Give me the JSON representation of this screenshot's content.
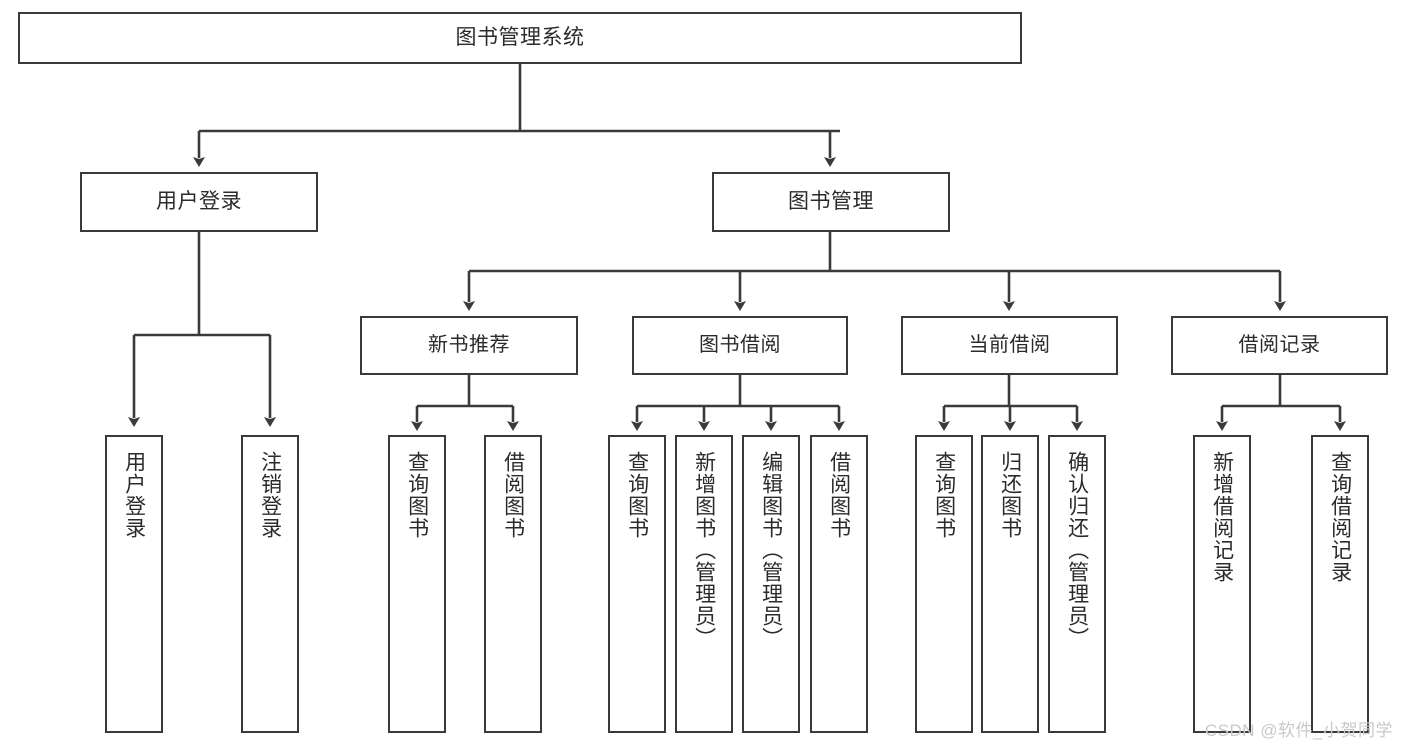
{
  "diagram": {
    "type": "tree",
    "title": "图书管理系统",
    "orientation": "top-down",
    "colors": {
      "box_border": "#3a3a3a",
      "box_fill": "#ffffff",
      "connector": "#3a3a3a",
      "text": "#2b2b2b",
      "watermark": "#c9c9c9",
      "background": "#ffffff"
    },
    "root": {
      "label": "图书管理系统"
    },
    "level2": [
      {
        "label": "用户登录"
      },
      {
        "label": "图书管理"
      }
    ],
    "level3": [
      {
        "label": "新书推荐"
      },
      {
        "label": "图书借阅"
      },
      {
        "label": "当前借阅"
      },
      {
        "label": "借阅记录"
      }
    ],
    "leaves": {
      "user_login": [
        {
          "label": "用户登录"
        },
        {
          "label": "注销登录"
        }
      ],
      "new_book_recommend": [
        {
          "label": "查询图书"
        },
        {
          "label": "借阅图书"
        }
      ],
      "book_borrow": [
        {
          "label": "查询图书"
        },
        {
          "label": "新增图书（管理员）"
        },
        {
          "label": "编辑图书（管理员）"
        },
        {
          "label": "借阅图书"
        }
      ],
      "current_borrow": [
        {
          "label": "查询图书"
        },
        {
          "label": "归还图书"
        },
        {
          "label": "确认归还（管理员）"
        }
      ],
      "borrow_record": [
        {
          "label": "新增借阅记录"
        },
        {
          "label": "查询借阅记录"
        }
      ]
    }
  },
  "watermark": {
    "text": "CSDN @软件_小贺同学"
  }
}
